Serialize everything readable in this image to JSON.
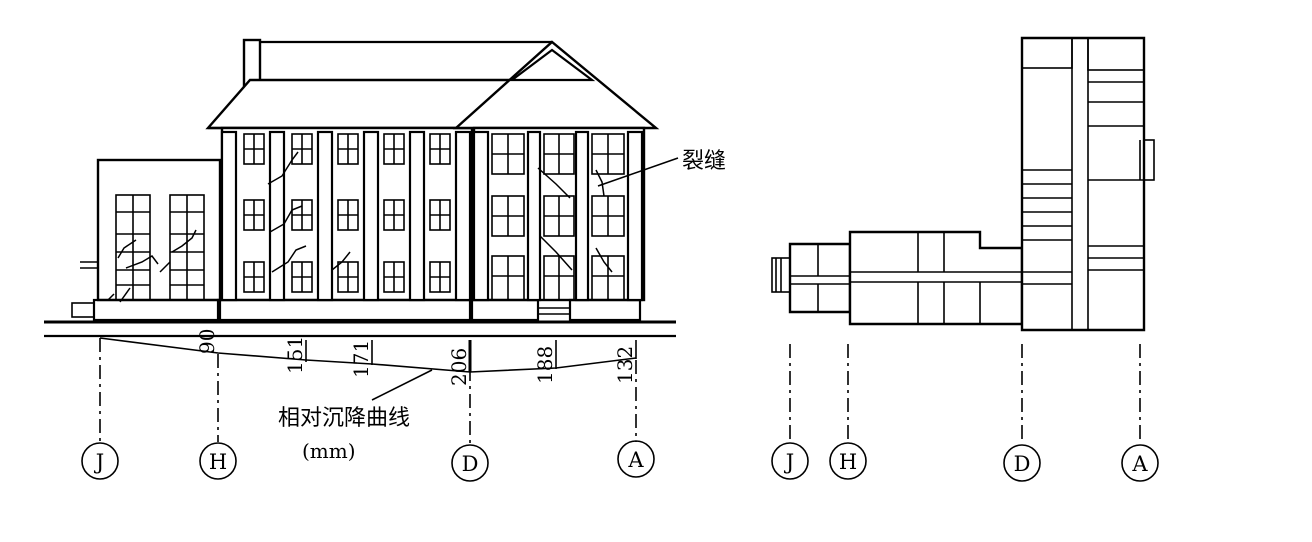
{
  "elevation": {
    "crack_label": "裂缝",
    "curve_label": "相对沉降曲线",
    "curve_unit": "(mm)",
    "settlements": [
      {
        "value": "90"
      },
      {
        "value": "151"
      },
      {
        "value": "171"
      },
      {
        "value": "206"
      },
      {
        "value": "188"
      },
      {
        "value": "132"
      }
    ],
    "axes": [
      "J",
      "H",
      "D",
      "A"
    ]
  },
  "plan": {
    "axes": [
      "J",
      "H",
      "D",
      "A"
    ]
  }
}
